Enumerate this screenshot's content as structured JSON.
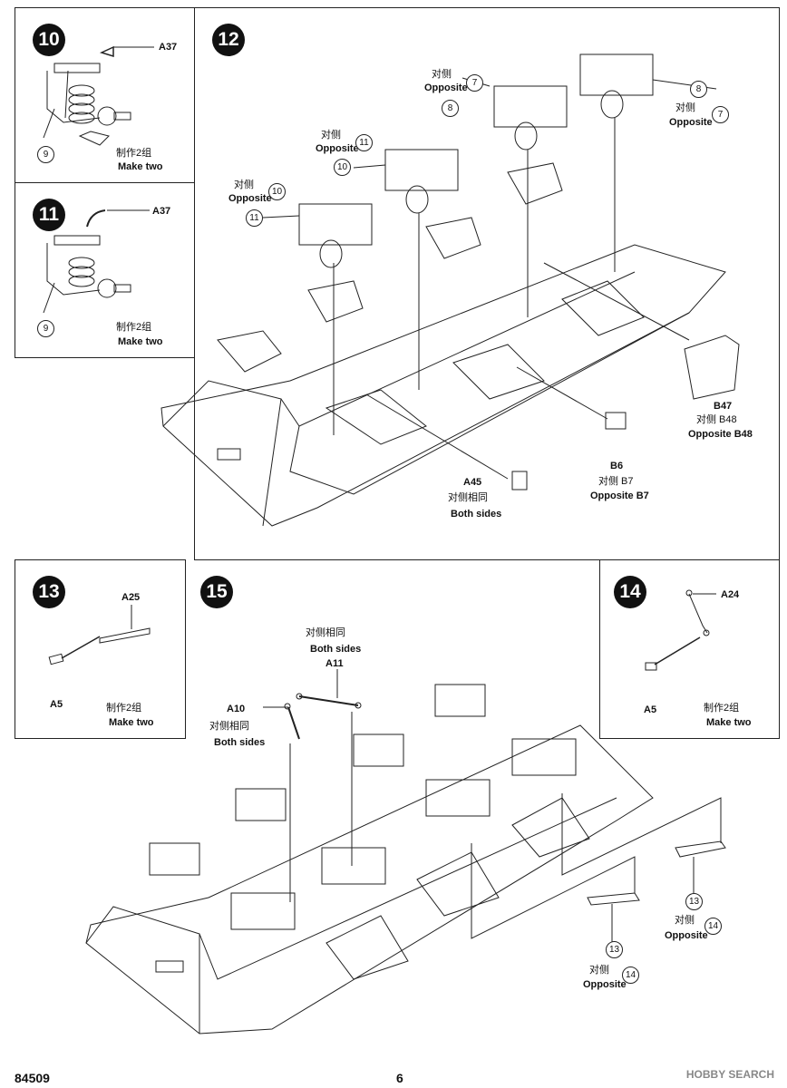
{
  "steps": {
    "s10": {
      "number": "10",
      "part": "A37",
      "ref_circle": "9",
      "note_cn": "制作2组",
      "note_en": "Make two"
    },
    "s11": {
      "number": "11",
      "part": "A37",
      "ref_circle": "9",
      "note_cn": "制作2组",
      "note_en": "Make two"
    },
    "s12": {
      "number": "12",
      "callouts": [
        {
          "cn": "对侧",
          "en": "Opposite",
          "a": "7",
          "b": "8"
        },
        {
          "cn": "对侧",
          "en": "Opposite",
          "a": "8",
          "b": "7"
        },
        {
          "cn": "对侧",
          "en": "Opposite",
          "a": "11",
          "b": "10"
        },
        {
          "cn": "对侧",
          "en": "Opposite",
          "a": "10",
          "b": "11"
        }
      ],
      "b47": {
        "main": "B47",
        "cn": "对侧 B48",
        "en": "Opposite B48"
      },
      "b6": {
        "main": "B6",
        "cn": "对侧 B7",
        "en": "Opposite B7"
      },
      "a45": {
        "main": "A45",
        "cn": "对侧相同",
        "en": "Both sides"
      }
    },
    "s13": {
      "number": "13",
      "part_top": "A25",
      "part_bottom": "A5",
      "note_cn": "制作2组",
      "note_en": "Make two"
    },
    "s14": {
      "number": "14",
      "part_top": "A24",
      "part_bottom": "A5",
      "note_cn": "制作2组",
      "note_en": "Make two"
    },
    "s15": {
      "number": "15",
      "a11": {
        "cn": "对侧相同",
        "en": "Both sides",
        "main": "A11"
      },
      "a10": {
        "main": "A10",
        "cn": "对侧相同",
        "en": "Both sides"
      },
      "ref_right": {
        "a": "13",
        "cn": "对侧",
        "en": "Opposite",
        "b": "14"
      },
      "ref_lower": {
        "a": "13",
        "cn": "对侧",
        "en": "Opposite",
        "b": "14"
      }
    }
  },
  "footer": {
    "catalog": "84509",
    "page": "6",
    "watermark": "HOBBY SEARCH"
  }
}
